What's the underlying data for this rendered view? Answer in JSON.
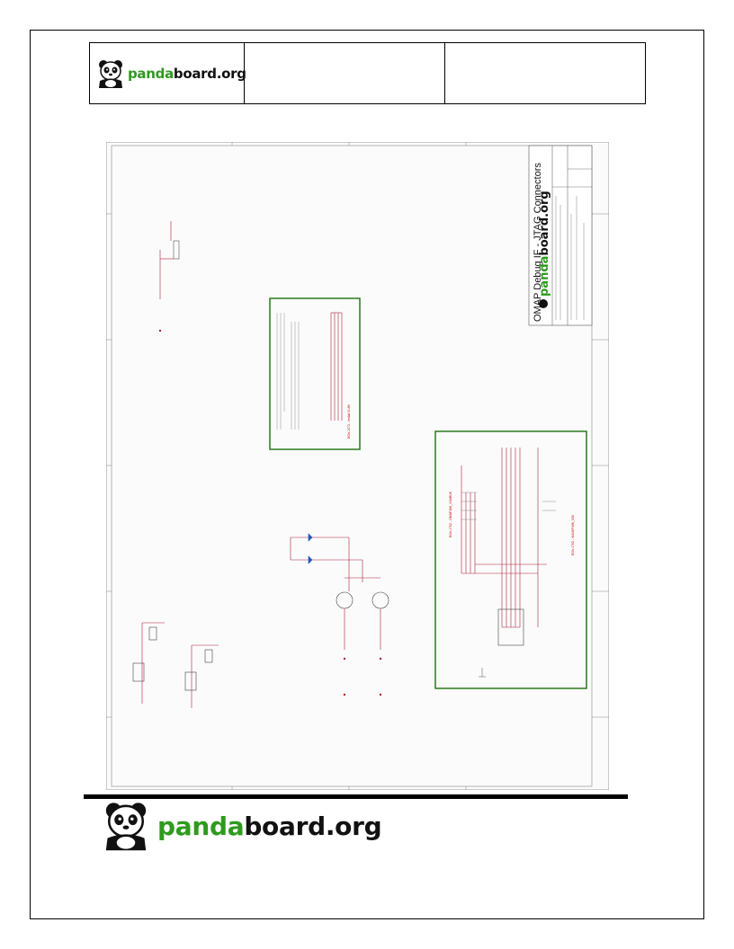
{
  "header": {
    "logo_prefix": "panda",
    "logo_suffix": "board.org"
  },
  "schematic": {
    "title": "OMAP Debug IF - JTAG Connectors",
    "title_logo_prefix": "panda",
    "title_logo_suffix": "board.org",
    "note_box_1_caption": "EOh-1072 - Install XI-86",
    "note_box_2_caption_a": "EOh-1702 - OMAP486_X3ARU6",
    "note_box_2_caption_b": "EOh-1702 - VIA34P486_X30"
  },
  "footer": {
    "logo_prefix": "panda",
    "logo_suffix": "board.org"
  },
  "colors": {
    "brand_green": "#2e9a1e",
    "wire_red": "#b0203a",
    "box_green": "#2a7a1a"
  }
}
